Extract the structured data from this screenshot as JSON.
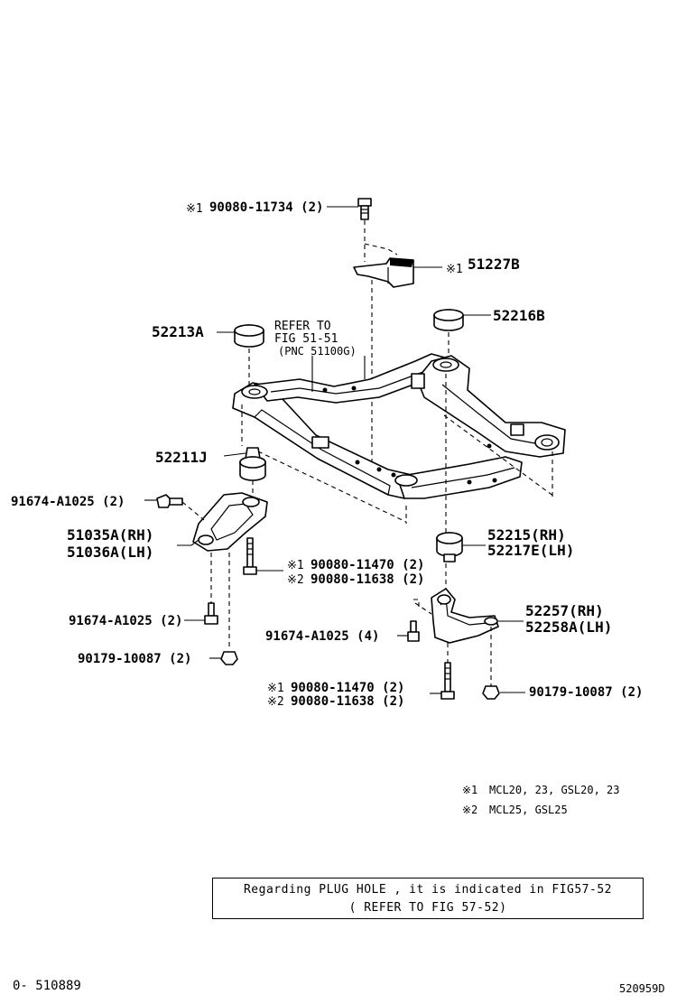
{
  "callouts": {
    "bolt_top": "90080-11734 (2)",
    "bolt_top_mark": "※1",
    "bracket": "51227B",
    "bracket_mark": "※1",
    "stopper_right": "52216B",
    "stopper_left": "52213A",
    "refer_line1": "REFER TO",
    "refer_line2": "FIG 51-51",
    "refer_line3": "(PNC 51100G)",
    "cushion_left": "52211J",
    "bolt_left_upper": "91674-A1025 (2)",
    "brace_rh": "51035A(RH)",
    "brace_lh": "51036A(LH)",
    "bolt_mid_1": "90080-11470 (2)",
    "bolt_mid_1_mark": "※1",
    "bolt_mid_2": "90080-11638 (2)",
    "bolt_mid_2_mark": "※2",
    "cushion_rh": "52215(RH)",
    "cushion_lh": "52217E(LH)",
    "bolt_left_lower": "91674-A1025 (2)",
    "nut_left": "90179-10087 (2)",
    "brace2_rh": "52257(RH)",
    "brace2_lh": "52258A(LH)",
    "bolt_right_mid": "91674-A1025 (4)",
    "bolt_low_1": "90080-11470 (2)",
    "bolt_low_1_mark": "※1",
    "bolt_low_2": "90080-11638 (2)",
    "bolt_low_2_mark": "※2",
    "nut_right": "90179-10087 (2)"
  },
  "legend": {
    "note1_mark": "※1",
    "note1": "MCL20, 23, GSL20, 23",
    "note2_mark": "※2",
    "note2": "MCL25, GSL25"
  },
  "notice": {
    "line1": "Regarding PLUG HOLE , it is indicated in FIG57-52",
    "line2": "( REFER TO FIG 57-52)"
  },
  "footer": {
    "left": "0- 510889",
    "right": "520959D"
  }
}
